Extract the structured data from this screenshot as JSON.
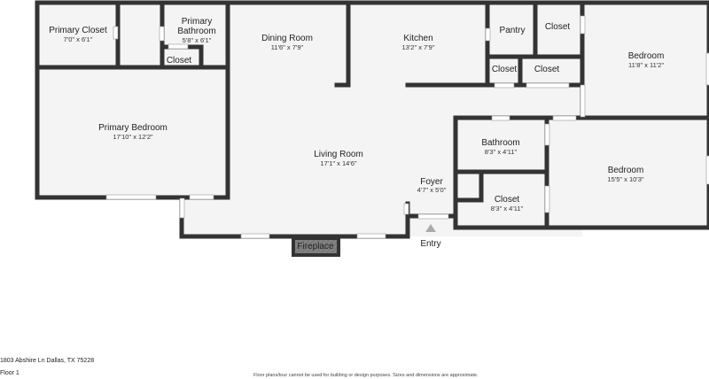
{
  "rooms": {
    "primary_closet": {
      "name": "Primary Closet",
      "dim": "7'0\" x 6'1\""
    },
    "primary_bathroom": {
      "name1": "Primary",
      "name2": "Bathroom",
      "dim": "5'8\" x 6'1\""
    },
    "bath_closet": {
      "name": "Closet"
    },
    "primary_bedroom": {
      "name": "Primary Bedroom",
      "dim": "17'10\" x 12'2\""
    },
    "dining_room": {
      "name": "Dining Room",
      "dim": "11'6\" x 7'9\""
    },
    "kitchen": {
      "name": "Kitchen",
      "dim": "13'2\" x 7'9\""
    },
    "pantry": {
      "name": "Pantry"
    },
    "closet_top": {
      "name": "Closet"
    },
    "closet_left": {
      "name": "Closet"
    },
    "closet_right": {
      "name": "Closet"
    },
    "bedroom_top": {
      "name": "Bedroom",
      "dim": "11'8\" x 11'2\""
    },
    "living_room": {
      "name": "Living Room",
      "dim": "17'1\" x 14'6\""
    },
    "foyer": {
      "name": "Foyer",
      "dim": "4'7\" x 5'0\""
    },
    "bathroom": {
      "name": "Bathroom",
      "dim": "8'3\" x 4'11\""
    },
    "closet_lower": {
      "name": "Closet",
      "dim": "8'3\" x 4'11\""
    },
    "bedroom_right": {
      "name": "Bedroom",
      "dim": "15'5\" x 10'3\""
    }
  },
  "fixtures": {
    "fireplace": "Fireplace",
    "entry": "Entry"
  },
  "footer": {
    "address": "1803 Abshire Ln Dallas, TX 75228",
    "floor": "Floor 1",
    "disclaimer": "Floor plans/tour cannot be used for building or design purposes. Sizes and dimensions are approximate."
  },
  "colors": {
    "wall": "#333333",
    "floor": "#f4f4f4",
    "window": "#ffffff",
    "background": "#ffffff"
  }
}
